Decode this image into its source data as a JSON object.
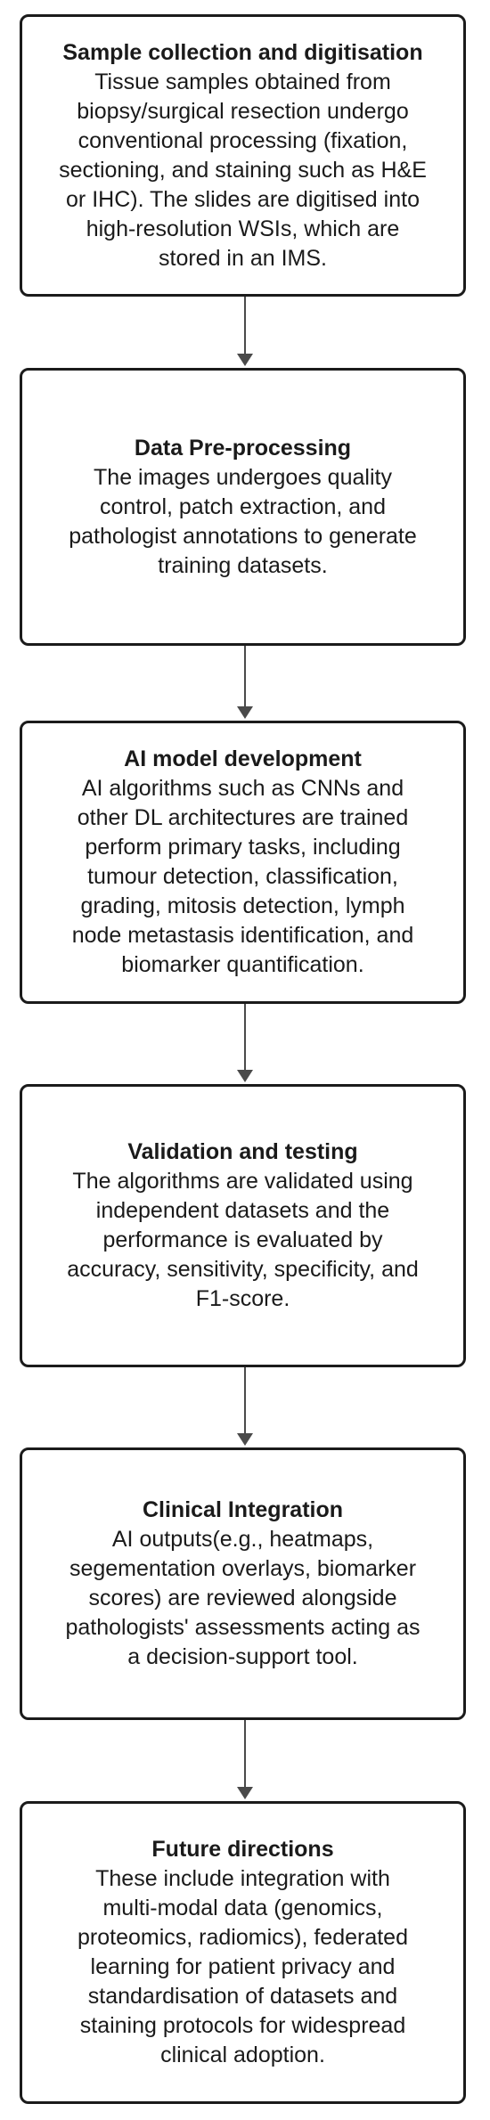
{
  "steps": [
    {
      "title": "Sample collection and digitisation",
      "body": "Tissue samples obtained from\nbiopsy/surgical resection undergo\nconventional processing (fixation,\nsectioning, and staining such as H&E\nor IHC). The slides are digitised into\nhigh-resolution WSIs, which are\nstored in an IMS."
    },
    {
      "title": "Data Pre-processing",
      "body": "The images undergoes quality\ncontrol, patch extraction, and\npathologist annotations to generate\ntraining datasets."
    },
    {
      "title": "AI model development",
      "body": "AI algorithms such as CNNs and\nother DL architectures are trained\nperform primary tasks, including\ntumour detection, classification,\ngrading, mitosis detection, lymph\nnode metastasis identification, and\nbiomarker quantification."
    },
    {
      "title": "Validation and testing",
      "body": "The algorithms are validated using\nindependent datasets and the\nperformance is evaluated by\naccuracy, sensitivity, specificity, and\nF1-score."
    },
    {
      "title": "Clinical Integration",
      "body": "AI outputs(e.g., heatmaps,\nsegementation overlays, biomarker\nscores) are reviewed alongside\npathologists' assessments acting as\na decision-support tool."
    },
    {
      "title": "Future directions",
      "body": "These include integration with\nmulti-modal data (genomics,\nproteomics, radiomics), federated\nlearning for patient privacy and\nstandardisation of datasets and\nstaining protocols for widespread\nclinical adoption."
    }
  ]
}
